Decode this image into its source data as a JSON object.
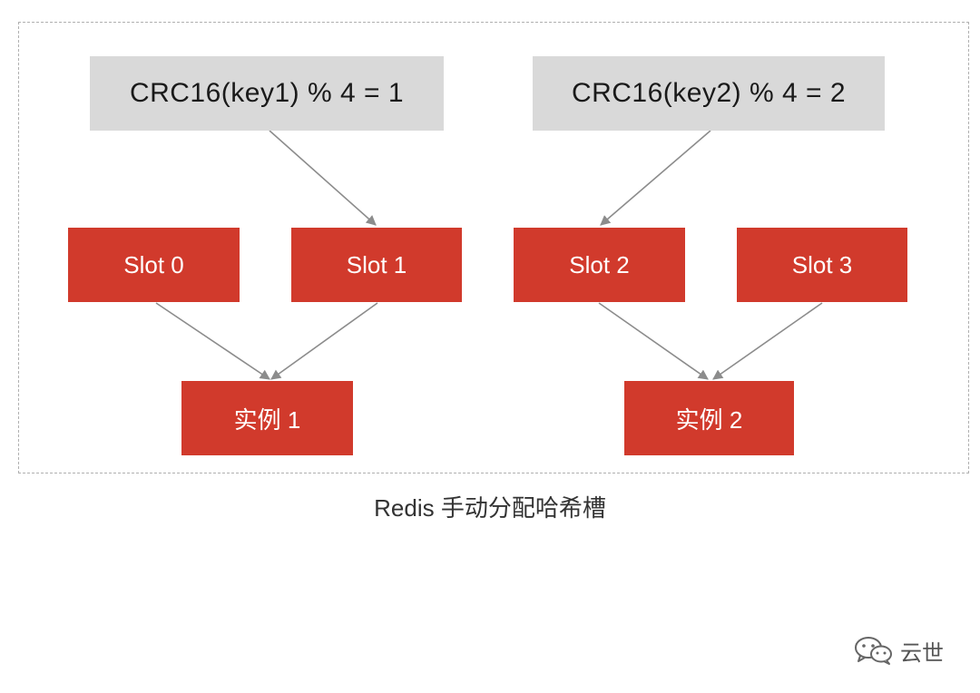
{
  "hash_boxes": [
    {
      "label": "CRC16(key1) % 4 = 1"
    },
    {
      "label": "CRC16(key2) % 4 = 2"
    }
  ],
  "slots": [
    {
      "label": "Slot 0"
    },
    {
      "label": "Slot 1"
    },
    {
      "label": "Slot 2"
    },
    {
      "label": "Slot 3"
    }
  ],
  "instances": [
    {
      "label": "实例 1"
    },
    {
      "label": "实例 2"
    }
  ],
  "caption": "Redis 手动分配哈希槽",
  "watermark": {
    "text": "云世",
    "icon": "wechat-icon"
  },
  "colors": {
    "hash_box_fill": "#d9d9d9",
    "slot_fill": "#d13a2c",
    "connector": "#8c8c8c",
    "frame_border": "#b0b0b0"
  }
}
